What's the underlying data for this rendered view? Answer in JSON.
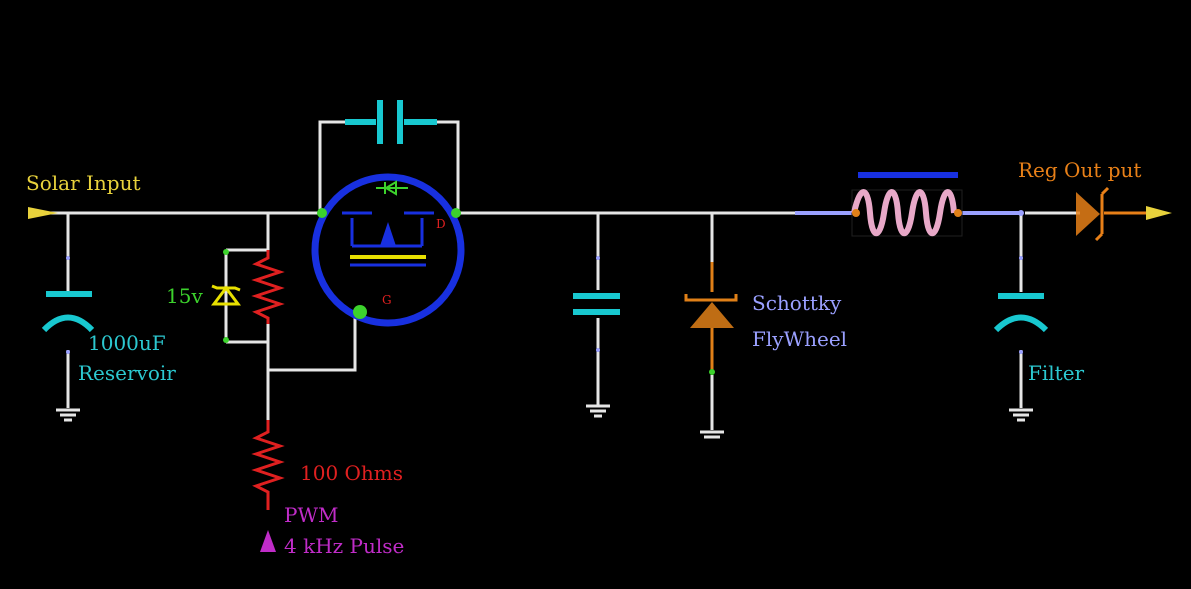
{
  "labels": {
    "solar_input": "Solar Input",
    "reservoir_value": "1000uF",
    "reservoir_name": "Reservoir",
    "zener_value": "15v",
    "gate_resistor_value": "100 Ohms",
    "pwm_label": "PWM",
    "pwm_freq": "4 kHz Pulse",
    "drain_pin": "D",
    "gate_pin": "G",
    "schottky_name": "Schottky",
    "schottky_role": "FlyWheel",
    "filter_label": "Filter",
    "reg_output": "Reg Out put"
  },
  "colors": {
    "background": "#000000",
    "wire": "#e6e6e6",
    "solar_label": "#e8d23c",
    "capacitor": "#18c8d0",
    "cap_label": "#2cc8d0",
    "zener": "#e8e000",
    "zener_label": "#3cd22c",
    "resistor": "#e02020",
    "resistor_label": "#e02020",
    "pwm_label": "#c02cc8",
    "mosfet_circle": "#1830e0",
    "mosfet_body": "#e8e000",
    "schottky": "#e08018",
    "schottky_label": "#9aa0ff",
    "inductor": "#e8a8c8",
    "inductor_bar": "#1830e0",
    "output_diode": "#e88018",
    "reg_label": "#e88018"
  }
}
